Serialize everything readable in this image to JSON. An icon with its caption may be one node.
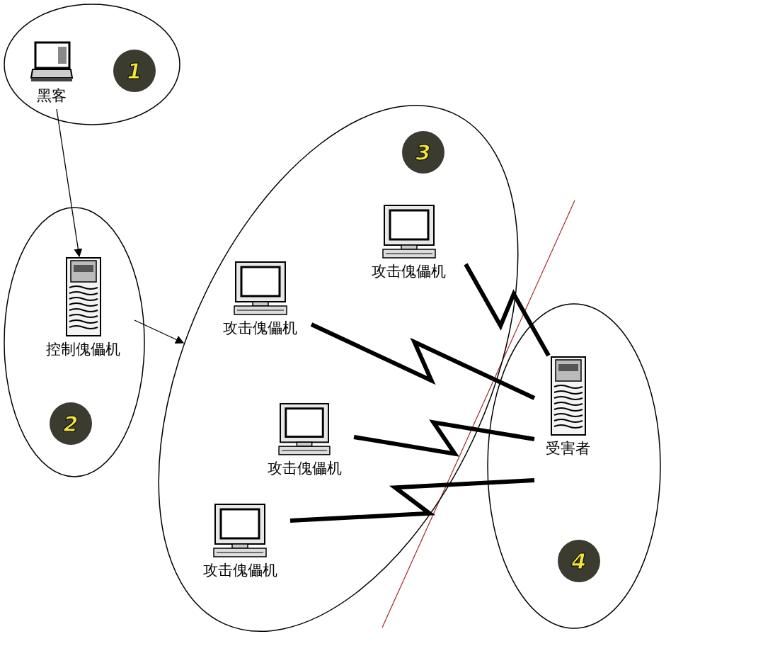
{
  "diagram": {
    "nodes": [
      {
        "text": [],
        "shape": "ellipse"
      },
      {
        "text": [
          "1"
        ],
        "in": 0
      },
      {
        "text": [
          "黑客"
        ],
        "in": 0
      },
      {
        "text": [],
        "shape": "ellipse"
      },
      {
        "text": [
          "控制傀儡机"
        ],
        "in": 3
      },
      {
        "text": [
          "2"
        ],
        "in": 3
      },
      {
        "text": [],
        "shape": "ellipse"
      },
      {
        "text": [
          "3"
        ],
        "in": 6
      },
      {
        "text": [
          "攻击傀儡机"
        ],
        "in": 6
      },
      {
        "text": [
          "攻击傀儡机"
        ],
        "in": 6
      },
      {
        "text": [
          "攻击傀儡机"
        ],
        "in": 6
      },
      {
        "text": [
          "攻击傀儡机"
        ],
        "in": 6
      },
      {
        "text": [],
        "shape": "ellipse"
      },
      {
        "text": [
          "受害者"
        ],
        "in": 12
      },
      {
        "text": [
          "4"
        ],
        "in": 12
      }
    ],
    "edges": [
      {
        "from": 2,
        "to": 4,
        "arrow": "to"
      },
      {
        "from": 4,
        "to": 6,
        "arrow": "to"
      },
      {
        "from": 8,
        "to": 13,
        "arrow": "none"
      },
      {
        "from": 9,
        "to": 13,
        "arrow": "none"
      },
      {
        "from": 10,
        "to": 13,
        "arrow": "none"
      },
      {
        "from": 11,
        "to": 13,
        "arrow": "none"
      }
    ]
  }
}
